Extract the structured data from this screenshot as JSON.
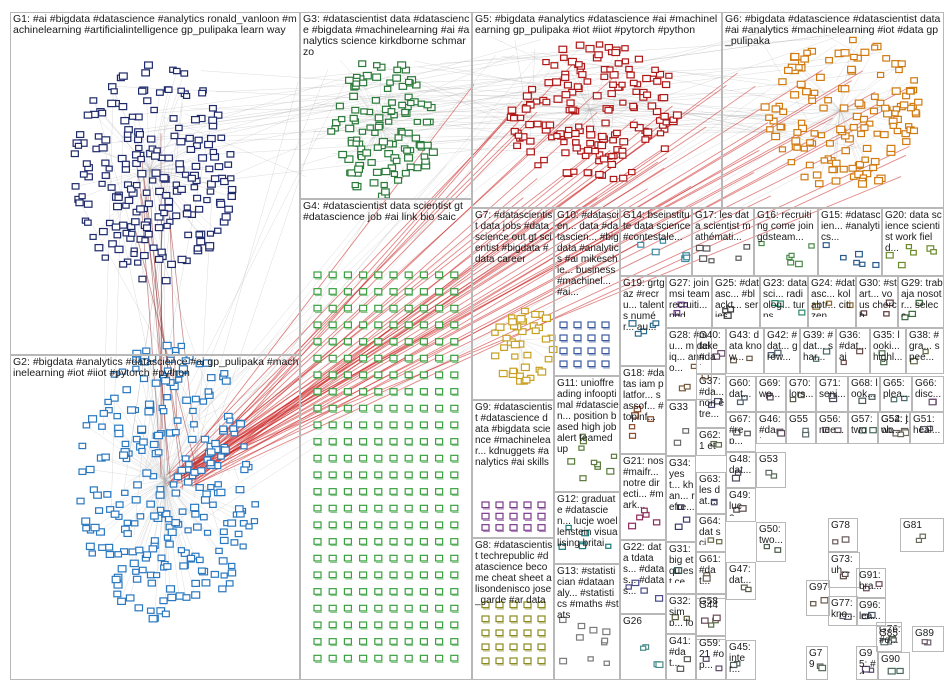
{
  "groups": [
    {
      "id": "G1",
      "label": "G1: #ai #bigdata #datascience #analytics ronald_vanloon #machinelearning #artificialintelligence gp_pulipaka learn way",
      "color": "#1f2a6b"
    },
    {
      "id": "G2",
      "label": "G2: #bigdata #analytics #datascience #ai gp_pulipaka #machinelearning #iot #iiot #pytorch #python",
      "color": "#2a78c0"
    },
    {
      "id": "G3",
      "label": "G3: #datascientist data #datascience #bigdata #machinelearning #ai #analytics science kirkdborne schmarzo",
      "color": "#2b7a3a"
    },
    {
      "id": "G4",
      "label": "G4: #datascientist data scientist gt #datascience job #ai link bio saic",
      "color": "#3aa040"
    },
    {
      "id": "G5",
      "label": "G5: #bigdata #analytics #datascience #ai #machinelearning gp_pulipaka #iot #iiot #pytorch #python",
      "color": "#b01818"
    },
    {
      "id": "G6",
      "label": "G6: #bigdata #datascience #datascientist data #ai #analytics #machinelearning #iot #data gp_pulipaka",
      "color": "#d07a10"
    },
    {
      "id": "G7",
      "label": "G7: #datascientist data jobs #datascience out gt scientist #bigdata #data career",
      "color": "#c8a020"
    },
    {
      "id": "G8",
      "label": "G8: #datascientist techrepublic #datascience become cheat sheet alisondenisco jose_garde #ar data",
      "color": "#8a8a20"
    },
    {
      "id": "G9",
      "label": "G9: #datascientist #datascience data #bigdata science #machinelear... kdnuggets #analytics #ai skills",
      "color": "#7a3a8a"
    },
    {
      "id": "G10",
      "label": "G10: #datascien... data #datascien... #bigdata #analytics #ai mikeschie... business #machinel... #ai...",
      "color": "#3a5aa0"
    },
    {
      "id": "G11",
      "label": "G11: unioffreading infooptimal #datascien... position based high job alert teamed up",
      "color": "#5a7a3a"
    },
    {
      "id": "G12",
      "label": "G12: graduate #datascien... lucje woellenstein visualising britain's...",
      "color": "#1a7a7a"
    },
    {
      "id": "G13",
      "label": "G13: #statistician #dataanaly... #statistics #maths #stats",
      "color": "#7a7a7a"
    },
    {
      "id": "G14",
      "label": "G14: bseinstitute data science #contestale...",
      "color": "#3a8aa0"
    },
    {
      "id": "G15",
      "label": "G15: #datascien... #analytics...",
      "color": "#2a5a8a"
    },
    {
      "id": "G16",
      "label": "G16: recruiting come join gdsteam...",
      "color": "#4a8a4a"
    },
    {
      "id": "G17",
      "label": "G17: les data scientist mathémati...",
      "color": "#5a5a5a"
    },
    {
      "id": "G18",
      "label": "G18: #datas iam platfor... sassof... #topinf...",
      "color": "#8a4a2a"
    },
    {
      "id": "G19",
      "label": "G19: grtgaz #recru... talents numér... au...",
      "color": "#2a6a8a"
    },
    {
      "id": "G20",
      "label": "G20: data science scientist work field...",
      "color": "#6a8a2a"
    },
    {
      "id": "G21",
      "label": "G21: nos #maifr... notre directi... #mark...",
      "color": "#8a2a5a"
    },
    {
      "id": "G22",
      "label": "G22: data tdatas... #datas... #datas...",
      "color": "#4a4a8a"
    },
    {
      "id": "G23",
      "label": "G23: datasci... radiolog... turns...",
      "color": "#2a8a6a"
    },
    {
      "id": "G24",
      "label": "G24: #datasc... kolabtr... citizen...",
      "color": "#8a6a2a"
    },
    {
      "id": "G25",
      "label": "G25: #datasc... #blackt... series...",
      "color": "#3a3a3a"
    },
    {
      "id": "G26",
      "label": "G26",
      "color": "#4a8a8a"
    },
    {
      "id": "G27",
      "label": "G27: join msi team recruiti... phd...",
      "color": "#6a3a8a"
    },
    {
      "id": "G28",
      "label": "G28: #mu... m deliq... anno...",
      "color": "#7a5a3a"
    },
    {
      "id": "G29",
      "label": "G29: trabaja nosotr... selecc...",
      "color": "#3a6a3a"
    },
    {
      "id": "G30",
      "label": "G30: #start... vous cherch...",
      "color": "#5a3a3a"
    },
    {
      "id": "G31",
      "label": "G31: big et qu est ce...",
      "color": "#3a5a5a"
    },
    {
      "id": "G32",
      "label": "G32: simp... looki... pers...",
      "color": "#5a5a3a"
    },
    {
      "id": "G33",
      "label": "G33",
      "color": "#6a6a6a"
    },
    {
      "id": "G34",
      "label": "G34: yest... khan... refre...",
      "color": "#3a3a6a"
    },
    {
      "id": "G35",
      "label": "G35: looki... highl...",
      "color": "#4a6a4a"
    },
    {
      "id": "G36",
      "label": "G36: #dat... ai",
      "color": "#6a4a4a"
    },
    {
      "id": "G37",
      "label": "G37: #da... non être...",
      "color": "#4a4a6a"
    },
    {
      "id": "G38",
      "label": "G38: #gra... spee...",
      "color": "#6a6a4a"
    },
    {
      "id": "G39",
      "label": "G39: #dat... shar...",
      "color": "#4a6a6a"
    },
    {
      "id": "G40",
      "label": "G40: take #dat...",
      "color": "#6a4a6a"
    },
    {
      "id": "G41",
      "label": "G41: #dat... s...",
      "color": "#5a5a5a"
    },
    {
      "id": "G42",
      "label": "G42: #dat... grow...",
      "color": "#4a5a6a"
    },
    {
      "id": "G43",
      "label": "G43: data know...",
      "color": "#6a5a4a"
    },
    {
      "id": "G44",
      "label": "G44",
      "color": "#5a6a4a"
    },
    {
      "id": "G45",
      "label": "G45: inter...",
      "color": "#4a5a5a"
    },
    {
      "id": "G46",
      "label": "G46: #dat...",
      "color": "#5a4a5a"
    },
    {
      "id": "G47",
      "label": "G47: dat...",
      "color": "#5a5a4a"
    },
    {
      "id": "G48",
      "label": "G48: dat...",
      "color": "#4a4a5a"
    },
    {
      "id": "G49",
      "label": "G49: luca...",
      "color": "#5a4a4a"
    },
    {
      "id": "G50",
      "label": "G50: two...",
      "color": "#4a5a4a"
    },
    {
      "id": "G51",
      "label": "G51: heal...",
      "color": "#5a5a6a"
    },
    {
      "id": "G52",
      "label": "G52: two",
      "color": "#6a5a5a"
    },
    {
      "id": "G53",
      "label": "G53",
      "color": "#5a6a5a"
    },
    {
      "id": "G54",
      "label": "G54: job...",
      "color": "#6a6a5a"
    },
    {
      "id": "G55",
      "label": "G55",
      "color": "#5a6a6a"
    },
    {
      "id": "G56",
      "label": "G56: nee...",
      "color": "#6a5a6a"
    },
    {
      "id": "G57",
      "label": "G57: two",
      "color": "#4a6a5a"
    },
    {
      "id": "G58",
      "label": "G58",
      "color": "#6a4a5a"
    },
    {
      "id": "G59",
      "label": "G59: 21 #op...",
      "color": "#5a4a6a"
    },
    {
      "id": "G60",
      "label": "G60: dat...",
      "color": "#4a5a6a"
    },
    {
      "id": "G61",
      "label": "G61: #dat...",
      "color": "#6a5a4a"
    },
    {
      "id": "G62",
      "label": "G62: 1 et",
      "color": "#5a6a4a"
    },
    {
      "id": "G63",
      "label": "G63: les dat...",
      "color": "#4a4a6a"
    },
    {
      "id": "G64",
      "label": "G64: dat sci...",
      "color": "#6a6a4a"
    },
    {
      "id": "G65",
      "label": "G65: plea...",
      "color": "#4a6a6a"
    },
    {
      "id": "G66",
      "label": "G66: disc...",
      "color": "#6a4a6a"
    },
    {
      "id": "G67",
      "label": "G67: #rep...",
      "color": "#5a5a5a"
    },
    {
      "id": "G68",
      "label": "G68: look...",
      "color": "#4a5a5a"
    },
    {
      "id": "G69",
      "label": "G69: wo...",
      "color": "#5a4a5a"
    },
    {
      "id": "G70",
      "label": "G70: lors...",
      "color": "#5a5a4a"
    },
    {
      "id": "G71",
      "label": "G71: seni...",
      "color": "#4a4a5a"
    },
    {
      "id": "G73",
      "label": "G73: uh...",
      "color": "#5a4a4a"
    },
    {
      "id": "G76",
      "label": "G76: #d...",
      "color": "#4a5a4a"
    },
    {
      "id": "G77",
      "label": "G77: kno...",
      "color": "#5a5a6a"
    },
    {
      "id": "G78",
      "label": "G78",
      "color": "#6a5a5a"
    },
    {
      "id": "G79",
      "label": "G79",
      "color": "#5a6a5a"
    },
    {
      "id": "G81",
      "label": "G81",
      "color": "#6a6a5a"
    },
    {
      "id": "G85",
      "label": "G85",
      "color": "#5a6a6a"
    },
    {
      "id": "G89",
      "label": "G89",
      "color": "#6a5a6a"
    },
    {
      "id": "G90",
      "label": "G90",
      "color": "#4a6a5a"
    },
    {
      "id": "G91",
      "label": "G91: bra...",
      "color": "#6a4a5a"
    },
    {
      "id": "G95",
      "label": "G95: #d...",
      "color": "#5a4a6a"
    },
    {
      "id": "G96",
      "label": "G96: lea...",
      "color": "#4a5a6a"
    },
    {
      "id": "G97",
      "label": "G97",
      "color": "#6a5a4a"
    }
  ]
}
